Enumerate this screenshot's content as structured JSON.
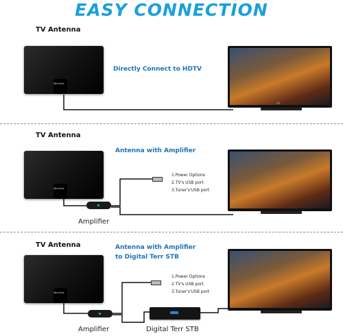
{
  "title": "EASY CONNECTION",
  "colors": {
    "title": "#1aa0dc",
    "caption": "#1e73b8",
    "wire": "#111111"
  },
  "sections": [
    {
      "label": "TV Antenna",
      "caption": "Directly Connect to HDTV",
      "logo": "Wonlinks",
      "tv_brand": "LG"
    },
    {
      "label": "TV Antenna",
      "caption": "Antenna with Amplifier",
      "logo": "Wonlinks",
      "options": [
        "1.Power Options",
        "2.TV's USB port",
        "3.Tuner's'USB port"
      ],
      "amplifier_label": "Amplifier"
    },
    {
      "label": "TV Antenna",
      "caption_line1": "Antenna with Amplifier",
      "caption_line2": "to Digital Terr STB",
      "logo": "Wonlinks",
      "options": [
        "1.Power Options",
        "2.TV's USB port",
        "3.Tuner's'USB port"
      ],
      "amplifier_label": "Amplifier",
      "stb_label": "Digital Terr STB"
    }
  ]
}
